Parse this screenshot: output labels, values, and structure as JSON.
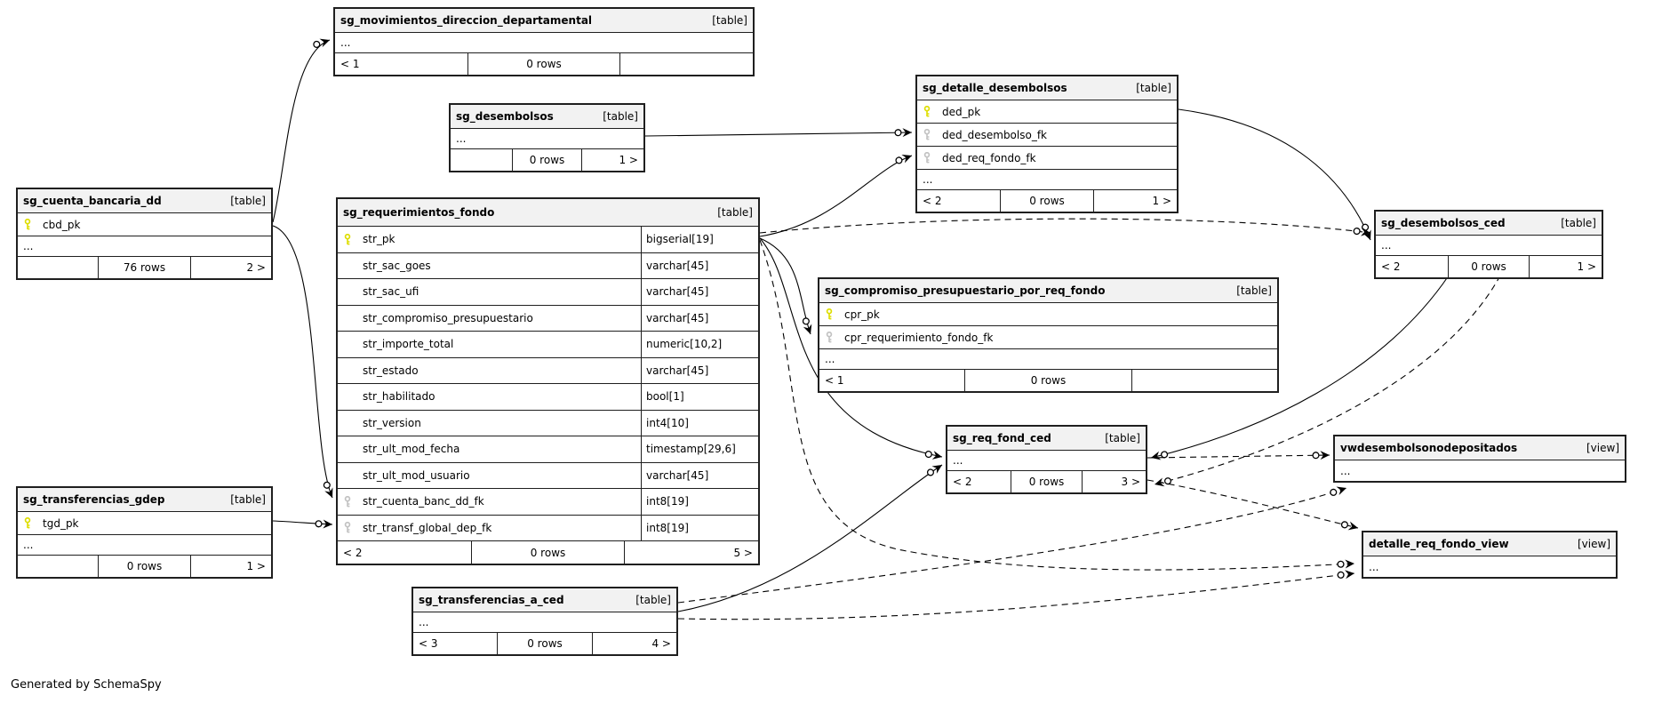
{
  "generated_by": "Generated by SchemaSpy",
  "colors": {
    "border": "#1f1f1f",
    "header_bg": "#f2f2f2",
    "pk": "#dede00",
    "fk": "#c2c2c2"
  },
  "entities": {
    "movimientos": {
      "title": "sg_movimientos_direccion_departamental",
      "kind": "[table]",
      "ellipsis": "...",
      "footer": {
        "left": "< 1",
        "center": "0 rows",
        "right": ""
      }
    },
    "desembolsos": {
      "title": "sg_desembolsos",
      "kind": "[table]",
      "ellipsis": "...",
      "footer": {
        "left": "",
        "center": "0 rows",
        "right": "1 >"
      }
    },
    "detalle_desembolsos": {
      "title": "sg_detalle_desembolsos",
      "kind": "[table]",
      "ellipsis": "...",
      "columns": [
        {
          "name": "ded_pk",
          "key": "pk"
        },
        {
          "name": "ded_desembolso_fk",
          "key": "fk"
        },
        {
          "name": "ded_req_fondo_fk",
          "key": "fk"
        }
      ],
      "footer": {
        "left": "< 2",
        "center": "0 rows",
        "right": "1 >"
      }
    },
    "cuenta_bancaria": {
      "title": "sg_cuenta_bancaria_dd",
      "kind": "[table]",
      "ellipsis": "...",
      "columns": [
        {
          "name": "cbd_pk",
          "key": "pk"
        }
      ],
      "footer": {
        "left": "",
        "center": "76 rows",
        "right": "2 >"
      }
    },
    "requerimientos": {
      "title": "sg_requerimientos_fondo",
      "kind": "[table]",
      "columns": [
        {
          "name": "str_pk",
          "type": "bigserial[19]",
          "key": "pk"
        },
        {
          "name": "str_sac_goes",
          "type": "varchar[45]",
          "key": ""
        },
        {
          "name": "str_sac_ufi",
          "type": "varchar[45]",
          "key": ""
        },
        {
          "name": "str_compromiso_presupuestario",
          "type": "varchar[45]",
          "key": ""
        },
        {
          "name": "str_importe_total",
          "type": "numeric[10,2]",
          "key": ""
        },
        {
          "name": "str_estado",
          "type": "varchar[45]",
          "key": ""
        },
        {
          "name": "str_habilitado",
          "type": "bool[1]",
          "key": ""
        },
        {
          "name": "str_version",
          "type": "int4[10]",
          "key": ""
        },
        {
          "name": "str_ult_mod_fecha",
          "type": "timestamp[29,6]",
          "key": ""
        },
        {
          "name": "str_ult_mod_usuario",
          "type": "varchar[45]",
          "key": ""
        },
        {
          "name": "str_cuenta_banc_dd_fk",
          "type": "int8[19]",
          "key": "fk"
        },
        {
          "name": "str_transf_global_dep_fk",
          "type": "int8[19]",
          "key": "fk"
        }
      ],
      "footer": {
        "left": "< 2",
        "center": "0 rows",
        "right": "5 >"
      }
    },
    "compromiso": {
      "title": "sg_compromiso_presupuestario_por_req_fondo",
      "kind": "[table]",
      "ellipsis": "...",
      "columns": [
        {
          "name": "cpr_pk",
          "key": "pk"
        },
        {
          "name": "cpr_requerimiento_fondo_fk",
          "key": "fk"
        }
      ],
      "footer": {
        "left": "< 1",
        "center": "0 rows",
        "right": ""
      }
    },
    "desembolsos_ced": {
      "title": "sg_desembolsos_ced",
      "kind": "[table]",
      "ellipsis": "...",
      "footer": {
        "left": "< 2",
        "center": "0 rows",
        "right": "1 >"
      }
    },
    "req_fond_ced": {
      "title": "sg_req_fond_ced",
      "kind": "[table]",
      "ellipsis": "...",
      "footer": {
        "left": "< 2",
        "center": "0 rows",
        "right": "3 >"
      }
    },
    "vw_nodepositados": {
      "title": "vwdesembolsonodepositados",
      "kind": "[view]",
      "ellipsis": "..."
    },
    "detalle_view": {
      "title": "detalle_req_fondo_view",
      "kind": "[view]",
      "ellipsis": "..."
    },
    "transferencias_gdep": {
      "title": "sg_transferencias_gdep",
      "kind": "[table]",
      "ellipsis": "...",
      "columns": [
        {
          "name": "tgd_pk",
          "key": "pk"
        }
      ],
      "footer": {
        "left": "",
        "center": "0 rows",
        "right": "1 >"
      }
    },
    "transferencias_a_ced": {
      "title": "sg_transferencias_a_ced",
      "kind": "[table]",
      "ellipsis": "...",
      "footer": {
        "left": "< 3",
        "center": "0 rows",
        "right": "4 >"
      }
    }
  }
}
